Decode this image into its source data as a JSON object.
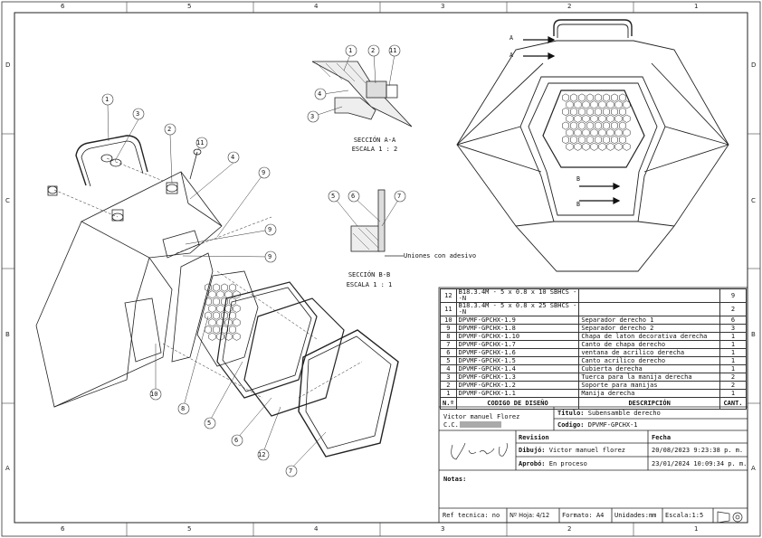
{
  "frame": {
    "columns": [
      "6",
      "5",
      "4",
      "3",
      "2",
      "1"
    ],
    "rows": [
      "D",
      "C",
      "B",
      "A"
    ]
  },
  "callouts": {
    "main": [
      "1",
      "3",
      "2",
      "11",
      "4",
      "9",
      "9",
      "9",
      "10",
      "8",
      "5",
      "6",
      "12",
      "7"
    ],
    "secA": [
      "1",
      "2",
      "11",
      "4",
      "3"
    ],
    "secB": [
      "5",
      "6",
      "7"
    ],
    "view_marks": [
      "A",
      "A",
      "B",
      "B"
    ]
  },
  "sections": {
    "a_title": "SECCIÓN A-A",
    "a_scale": "ESCALA 1 : 2",
    "b_title": "SECCIÓN B-B",
    "b_scale": "ESCALA 1 : 1",
    "b_note": "Uniones con adesivo"
  },
  "bom": {
    "rows": [
      {
        "n": "12",
        "code": "B18.3.4M - 5 x 0.8 x 10 SBHCS -",
        "code2": "-N",
        "desc": "",
        "qty": "9"
      },
      {
        "n": "11",
        "code": "B18.3.4M - 5 x 0.8 x 25 SBHCS -",
        "code2": "-N",
        "desc": "",
        "qty": "2"
      },
      {
        "n": "10",
        "code": "DPVMF-GPCHX-1.9",
        "code2": "",
        "desc": "Separador derecho 1",
        "qty": "6"
      },
      {
        "n": "9",
        "code": "DPVMF-GPCHX-1.8",
        "code2": "",
        "desc": "Separador derecho 2",
        "qty": "3"
      },
      {
        "n": "8",
        "code": "DPVMF-GPCHX-1.10",
        "code2": "",
        "desc": "Chapa de laton decorativa derecha",
        "qty": "1"
      },
      {
        "n": "7",
        "code": "DPVMF-GPCHX-1.7",
        "code2": "",
        "desc": "Canto de chapa derecho",
        "qty": "1"
      },
      {
        "n": "6",
        "code": "DPVMF-GPCHX-1.6",
        "code2": "",
        "desc": "ventana de acrilico derecha",
        "qty": "1"
      },
      {
        "n": "5",
        "code": "DPVMF-GPCHX-1.5",
        "code2": "",
        "desc": "Canto acrilico derecho",
        "qty": "1"
      },
      {
        "n": "4",
        "code": "DPVMF-GPCHX-1.4",
        "code2": "",
        "desc": "Cubierta derecha",
        "qty": "1"
      },
      {
        "n": "3",
        "code": "DPVMF-GPCHX-1.3",
        "code2": "",
        "desc": "Tuerca para la manija derecha",
        "qty": "2"
      },
      {
        "n": "2",
        "code": "DPVMF-GPCHX-1.2",
        "code2": "",
        "desc": "Soporte para manijas",
        "qty": "2"
      },
      {
        "n": "1",
        "code": "DPVMF-GPCHX-1.1",
        "code2": "",
        "desc": "Manija derecha",
        "qty": "1"
      }
    ],
    "h_n": "N.º",
    "h_code": "CODIGO DE DISEÑO",
    "h_desc": "DESCRIPCIÓN",
    "h_qty": "CANT."
  },
  "title_block": {
    "author": "Victor manuel Florez",
    "cc": "C.C.",
    "titulo_label": "Titulo:",
    "titulo": "Subensamble derecho",
    "codigo_label": "Codigo:",
    "codigo": "DPVMF-GPCHX-1",
    "revision_label": "Revision",
    "fecha_label": "Fecha",
    "dibujo_label": "Dibujó:",
    "dibujo": "Victor manuel florez",
    "dibujo_fecha": "20/08/2023 9:23:38 p. m.",
    "aprobo_label": "Aprobó:",
    "aprobo": "En proceso",
    "aprobo_fecha": "23/01/2024 10:09:34 p. m.",
    "signature": "Victor M",
    "notas_label": "Notas:",
    "ref_label": "Ref tecnica:",
    "ref": "no",
    "hoja_label": "Nº Hoja:",
    "hoja": "4/12",
    "formato_label": "Formato:",
    "formato": "A4",
    "unidades_label": "Unidades:",
    "unidades": "mm",
    "escala_label": "Escala:",
    "escala": "1:5"
  }
}
